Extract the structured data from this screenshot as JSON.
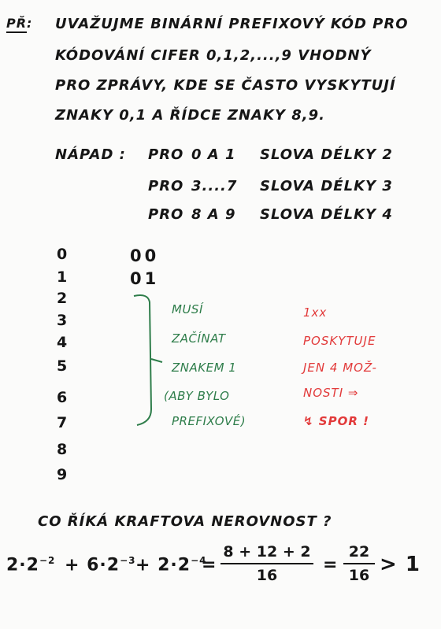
{
  "example": {
    "label": "PŘ:",
    "lines": [
      "UVAŽUJME BINÁRNÍ PREFIXOVÝ KÓD PRO",
      "KÓDOVÁNÍ CIFER 0,1,2,...,9 VHODNÝ",
      "PRO ZPRÁVY, KDE SE ČASTO VYSKYTUJÍ",
      "ZNAKY 0,1 A ŘÍDCE ZNAKY 8,9."
    ]
  },
  "idea": {
    "label": "NÁPAD :",
    "rows": [
      {
        "for": "PRO",
        "digits": "0 A 1",
        "rule": "SLOVA DÉLKY 2"
      },
      {
        "for": "PRO",
        "digits": "3....7",
        "rule": "SLOVA DÉLKY 3"
      },
      {
        "for": "PRO",
        "digits": "8 A 9",
        "rule": "SLOVA DÉLKY 4"
      }
    ]
  },
  "digits": [
    "0",
    "1",
    "2",
    "3",
    "4",
    "5",
    "6",
    "7",
    "8",
    "9"
  ],
  "codes": [
    "00",
    "01"
  ],
  "note_green": [
    "MUSÍ",
    "ZAČÍNAT",
    "ZNAKEM 1",
    "(ABY BYLO",
    "PREFIXOVÉ)"
  ],
  "note_red": [
    "1xx",
    "POSKYTUJE",
    "JEN 4 MOŽ-",
    "NOSTI ⇒",
    "↯ SPOR !"
  ],
  "question": "CO ŘÍKÁ KRAFTOVA NEROVNOST ?",
  "formula": {
    "t1": "2·2",
    "e1": "−2",
    "t2": "+ 6·2",
    "e2": "−3",
    "t3": "+ 2·2",
    "e3": "−4",
    "eq1": "=",
    "num1": "8 + 12 + 2",
    "den1": "16",
    "eq2": "=",
    "num2": "22",
    "den2": "16",
    "gt": "> 1"
  },
  "colors": {
    "ink": "#161616",
    "green": "#2e7d4a",
    "red": "#e23a3a"
  }
}
